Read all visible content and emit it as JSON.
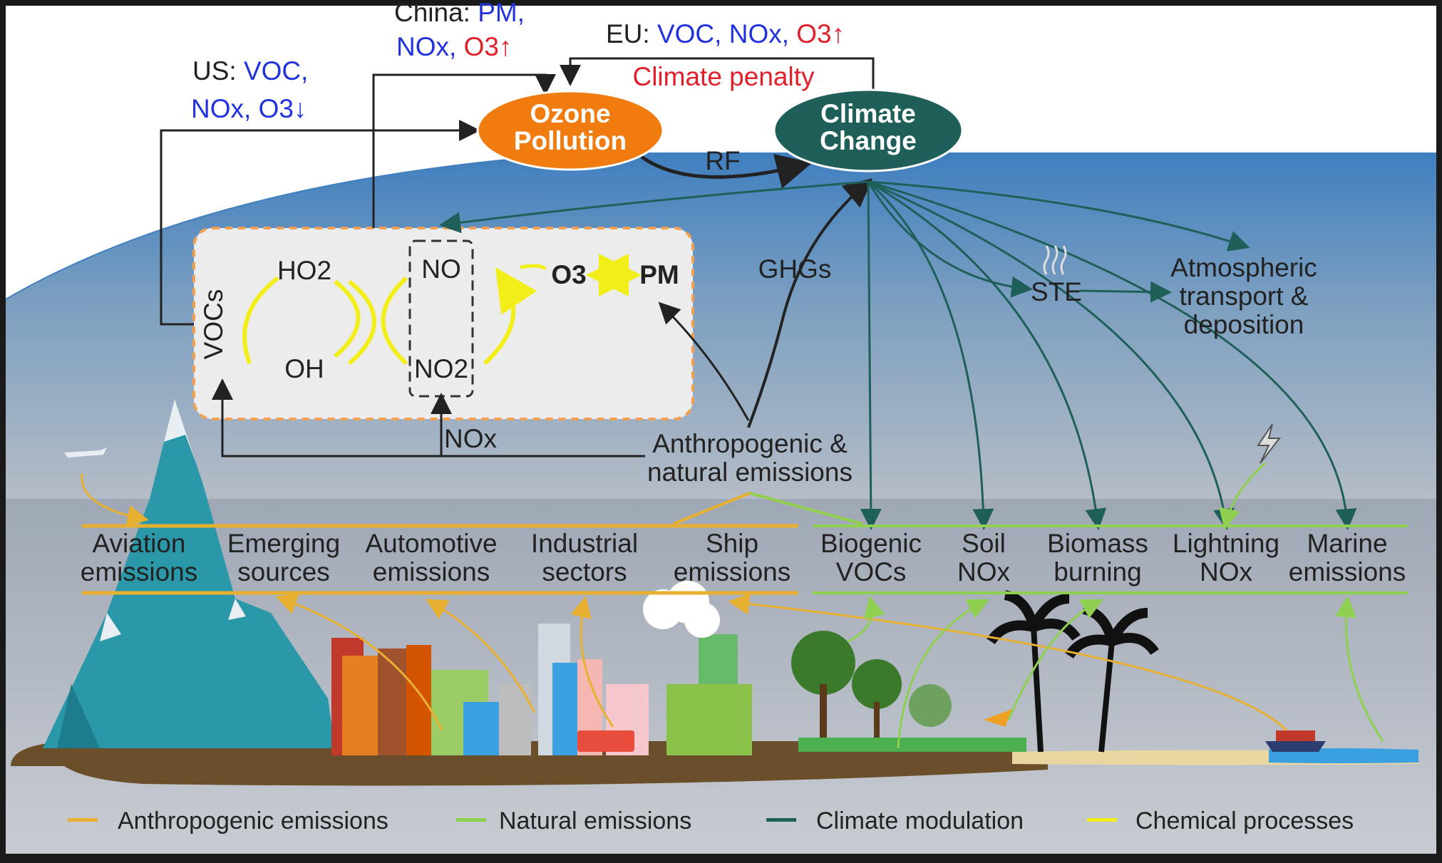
{
  "top": {
    "us": {
      "prefix": "US: ",
      "voc": "VOC,",
      "nox": "NOx,",
      "o3": "O3↓"
    },
    "china": {
      "prefix": "China: ",
      "pm": "PM,",
      "nox": "NOx,",
      "o3": "O3↑"
    },
    "eu": {
      "prefix": "EU: ",
      "voc": "VOC,",
      "nox": "NOx,",
      "o3": "O3↑"
    },
    "climate_penalty": "Climate penalty",
    "ozone_pollution": [
      "Ozone",
      "Pollution"
    ],
    "climate_change": [
      "Climate",
      "Change"
    ],
    "rf": "RF"
  },
  "chemistry": {
    "vocs": "VOCs",
    "ho2": "HO2",
    "oh": "OH",
    "no": "NO",
    "no2": "NO2",
    "o3": "O3",
    "pm": "PM",
    "nox": "NOx"
  },
  "atmosphere": {
    "ghgs": "GHGs",
    "ste": "STE",
    "atmospheric": [
      "Atmospheric",
      "transport &",
      "deposition"
    ],
    "anthropogenic": [
      "Anthropogenic &",
      "natural emissions"
    ]
  },
  "sources": {
    "anthropogenic": [
      [
        "Aviation",
        "emissions"
      ],
      [
        "Emerging",
        "sources"
      ],
      [
        "Automotive",
        "emissions"
      ],
      [
        "Industrial",
        "sectors"
      ],
      [
        "Ship",
        "emissions"
      ]
    ],
    "natural": [
      [
        "Biogenic",
        "VOCs"
      ],
      [
        "Soil",
        "NOx"
      ],
      [
        "Biomass",
        "burning"
      ],
      [
        "Lightning",
        "NOx"
      ],
      [
        "Marine",
        "emissions"
      ]
    ]
  },
  "legend": [
    {
      "label": "Anthropogenic emissions",
      "color": "#e8b030"
    },
    {
      "label": "Natural emissions",
      "color": "#8fd050"
    },
    {
      "label": "Climate modulation",
      "color": "#1f5f5a"
    },
    {
      "label": "Chemical processes",
      "color": "#f2ee1a"
    }
  ],
  "colors": {
    "ozone": "#f07c10",
    "climate": "#1f5f5a",
    "sky_top": "#4a86c0",
    "emission_blue": "#2233dd",
    "emission_red": "#e0202a"
  }
}
